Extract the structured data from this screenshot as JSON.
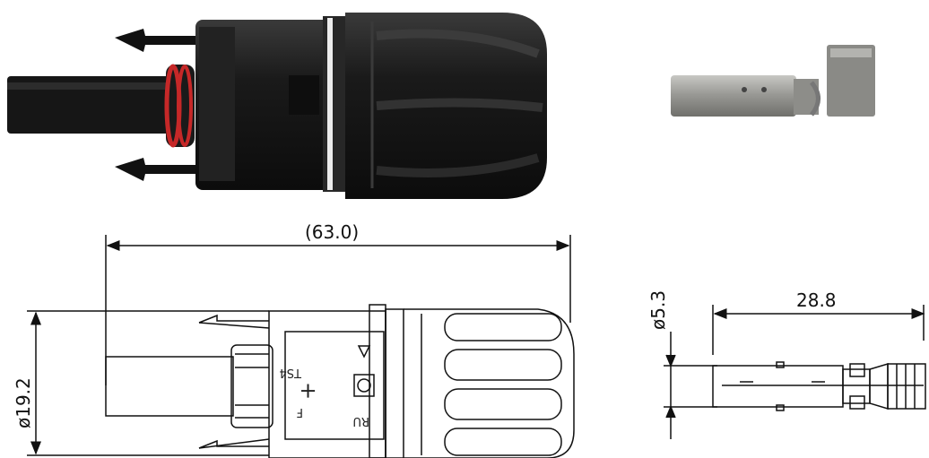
{
  "connector_render": {
    "body_color": "#1a1a1a",
    "oring_color": "#c62828",
    "pin_color": "#9a9a96"
  },
  "drawing_main": {
    "overall_length": "(63.0)",
    "diameter": "ø19.2",
    "body_marks": {
      "polarity": "+",
      "model": "TS4",
      "suffix": "F",
      "cert": "RU"
    }
  },
  "drawing_pin": {
    "diameter": "ø5.3",
    "length": "28.8"
  },
  "line_color": "#111111"
}
